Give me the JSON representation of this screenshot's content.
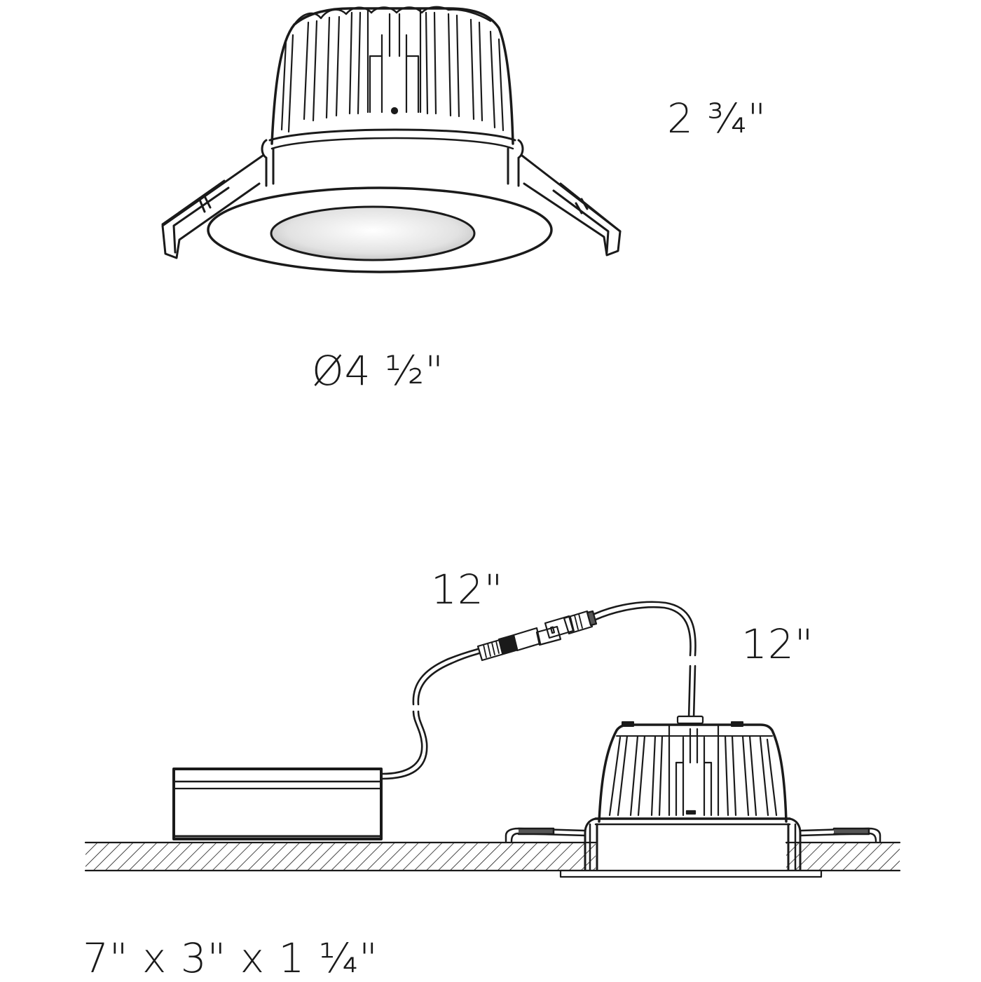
{
  "diagram": {
    "title": "Recessed LED downlight dimensional drawing",
    "colors": {
      "line": "#1a1a1a",
      "background": "#ffffff",
      "lens_gradient_center": "#ffffff",
      "lens_gradient_edge": "#bdbdbd"
    },
    "fixture_view": {
      "height_label": "2 ¾\"",
      "diameter_label": "Ø4 ½\""
    },
    "installation_view": {
      "cable_driver_label": "12\"",
      "cable_fixture_label": "12\"",
      "driver_dimensions_label": "7\" x 3\" x 1 ¼\""
    },
    "components": [
      {
        "id": "fixture-perspective",
        "label": "Downlight with heat sink fins and spring clips"
      },
      {
        "id": "driver-box",
        "label": "Remote driver / junction box"
      },
      {
        "id": "connector",
        "label": "Quick connector (male/female)"
      },
      {
        "id": "fixture-installed",
        "label": "Fixture installed in ceiling (section)"
      },
      {
        "id": "ceiling",
        "label": "Ceiling section (hatched)"
      }
    ]
  }
}
